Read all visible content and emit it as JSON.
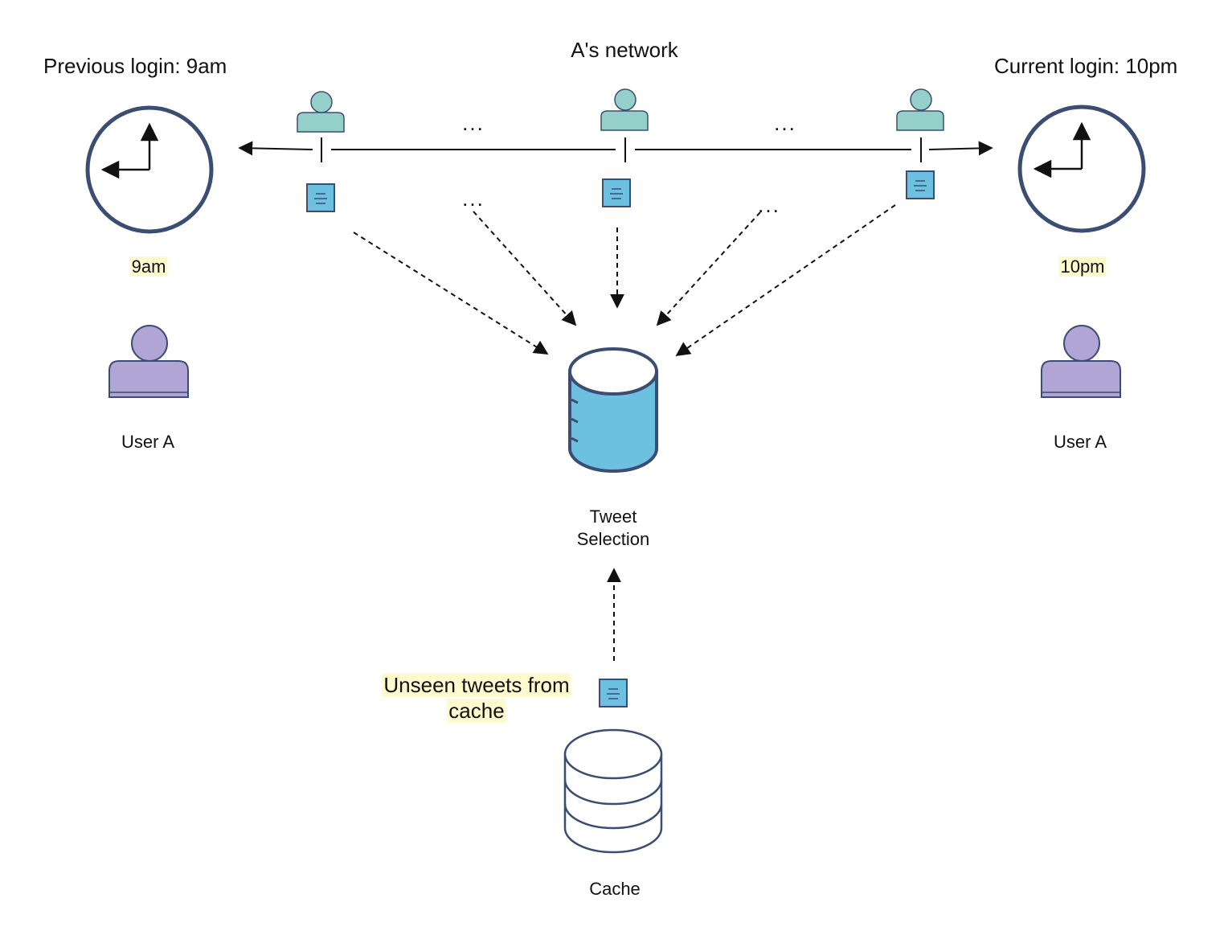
{
  "network": {
    "title": "A's network",
    "ellipsis": "..."
  },
  "previous": {
    "heading": "Previous login: 9am",
    "time_label": "9am",
    "user_label": "User A"
  },
  "current": {
    "heading": "Current login: 10pm",
    "time_label": "10pm",
    "user_label": "User A"
  },
  "tweet_selection": {
    "label_line1": "Tweet",
    "label_line2": "Selection"
  },
  "cache": {
    "label": "Cache",
    "note_line1": "Unseen tweets from",
    "note_line2": "cache"
  },
  "colors": {
    "network_user": "#95cfc9",
    "user_a": "#b1a5d6",
    "tweet_doc": "#6cc0e0",
    "database": "#6cc0e0",
    "outline": "#3c4d73",
    "highlight": "#fffacd"
  },
  "icons": [
    "clock-icon",
    "user-icon",
    "tweet-icon",
    "database-icon",
    "cache-icon"
  ]
}
